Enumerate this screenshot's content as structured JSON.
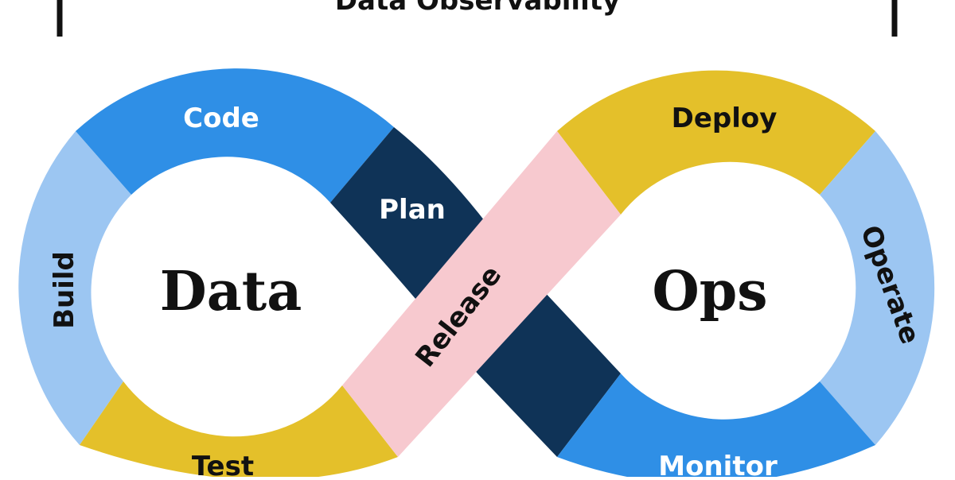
{
  "title": "Data Observability",
  "center_labels": {
    "left": "Data",
    "right": "Ops"
  },
  "stages": {
    "code": "Code",
    "plan": "Plan",
    "build": "Build",
    "test": "Test",
    "release": "Release",
    "deploy": "Deploy",
    "operate": "Operate",
    "monitor": "Monitor"
  },
  "colors": {
    "code": "#2f8fe6",
    "plan": "#0f3357",
    "build": "#9cc6f2",
    "test": "#e4c02a",
    "release": "#f7c9cf",
    "deploy": "#e4c02a",
    "operate": "#9cc6f2",
    "monitor": "#2f8fe6",
    "text_dark": "#111111",
    "text_light": "#ffffff"
  }
}
